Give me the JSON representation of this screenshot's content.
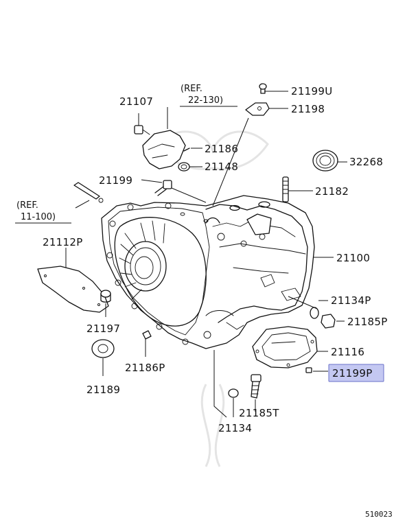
{
  "diagram": {
    "code": "510023",
    "refs": [
      {
        "line1": "(REF.",
        "line2": "22-130)"
      },
      {
        "line1": "(REF.",
        "line2": "11-100)"
      }
    ],
    "parts": [
      {
        "id": "21107"
      },
      {
        "id": "21199U"
      },
      {
        "id": "21198"
      },
      {
        "id": "21186"
      },
      {
        "id": "21148"
      },
      {
        "id": "32268"
      },
      {
        "id": "21199"
      },
      {
        "id": "21182"
      },
      {
        "id": "21100"
      },
      {
        "id": "21112P"
      },
      {
        "id": "21134P"
      },
      {
        "id": "21185P"
      },
      {
        "id": "21197"
      },
      {
        "id": "21116"
      },
      {
        "id": "21199P",
        "highlighted": true
      },
      {
        "id": "21186P"
      },
      {
        "id": "21189"
      },
      {
        "id": "21185T"
      },
      {
        "id": "21134"
      }
    ]
  },
  "colors": {
    "highlight_fill": "#c4c8f2",
    "highlight_border": "#6a70c8",
    "line": "#111111"
  }
}
